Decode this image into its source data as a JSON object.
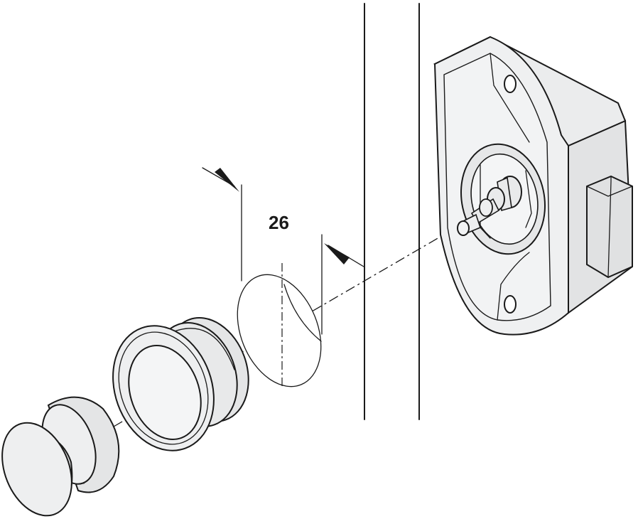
{
  "dimension": {
    "value_label": "26"
  },
  "colors": {
    "stroke": "#1a1a1a",
    "face_fill": "#e9eaeb",
    "face_fill_light": "#f2f3f4",
    "shadow_fill": "#d7d8d9",
    "background": "#ffffff"
  },
  "parts": [
    "mushroom-knob",
    "round-knob",
    "recessed-ring-pull",
    "drill-hole",
    "cabinet-door-panel",
    "push-button-lock-body"
  ]
}
